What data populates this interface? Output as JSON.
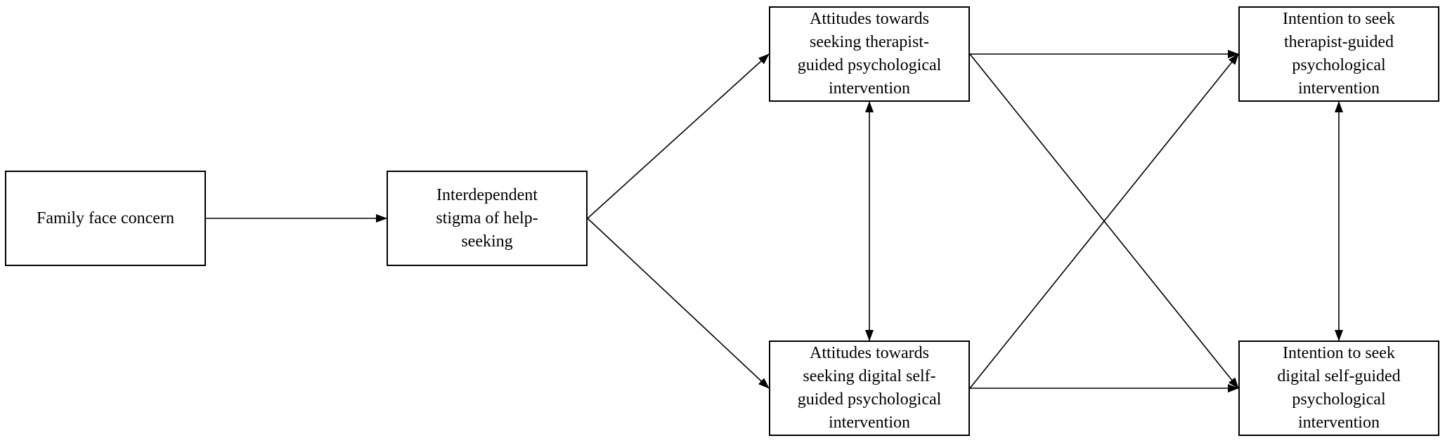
{
  "diagram": {
    "nodes": {
      "family": {
        "label": "Family face concern"
      },
      "stigma": {
        "label": "Interdependent stigma of help-seeking",
        "lines": [
          "Interdependent",
          "stigma of help-",
          "seeking"
        ]
      },
      "att_therapist": {
        "label": "Attitudes towards seeking therapist-guided psychological intervention",
        "lines": [
          "Attitudes towards",
          "seeking therapist-",
          "guided psychological",
          "intervention"
        ]
      },
      "att_digital": {
        "label": "Attitudes towards seeking digital self-guided psychological intervention",
        "lines": [
          "Attitudes towards",
          "seeking digital self-",
          "guided psychological",
          "intervention"
        ]
      },
      "int_therapist": {
        "label": "Intention to seek therapist-guided psychological intervention",
        "lines": [
          "Intention to seek",
          "therapist-guided",
          "psychological",
          "intervention"
        ]
      },
      "int_digital": {
        "label": "Intention to seek digital self-guided psychological intervention",
        "lines": [
          "Intention to seek",
          "digital self-guided",
          "psychological",
          "intervention"
        ]
      }
    },
    "edges": [
      {
        "from": "family",
        "to": "stigma",
        "type": "directed"
      },
      {
        "from": "stigma",
        "to": "att_therapist",
        "type": "directed"
      },
      {
        "from": "stigma",
        "to": "att_digital",
        "type": "directed"
      },
      {
        "from": "att_therapist",
        "to": "int_therapist",
        "type": "directed"
      },
      {
        "from": "att_therapist",
        "to": "int_digital",
        "type": "directed"
      },
      {
        "from": "att_digital",
        "to": "int_therapist",
        "type": "directed"
      },
      {
        "from": "att_digital",
        "to": "int_digital",
        "type": "directed"
      },
      {
        "from": "att_therapist",
        "to": "att_digital",
        "type": "bidirectional"
      },
      {
        "from": "int_therapist",
        "to": "int_digital",
        "type": "bidirectional"
      }
    ],
    "colors": {
      "stroke": "#000000",
      "background": "#ffffff"
    }
  }
}
